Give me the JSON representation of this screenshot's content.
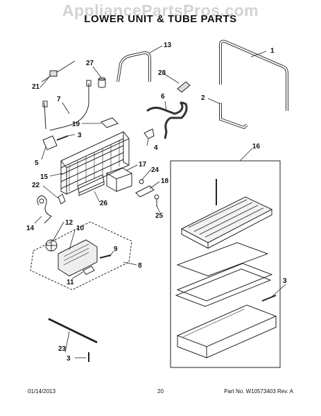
{
  "header": {
    "watermark": "AppliancePartsPros.com",
    "title": "LOWER UNIT & TUBE PARTS"
  },
  "callouts": [
    "1",
    "2",
    "3",
    "4",
    "5",
    "6",
    "7",
    "8",
    "9",
    "10",
    "11",
    "12",
    "13",
    "14",
    "15",
    "16",
    "17",
    "18",
    "19",
    "3",
    "21",
    "22",
    "23",
    "24",
    "25",
    "26",
    "27",
    "28",
    "3",
    "3"
  ],
  "footer": {
    "date": "01/14/2013",
    "page": "20",
    "part_number": "Part No. W10573403  Rev. A"
  }
}
